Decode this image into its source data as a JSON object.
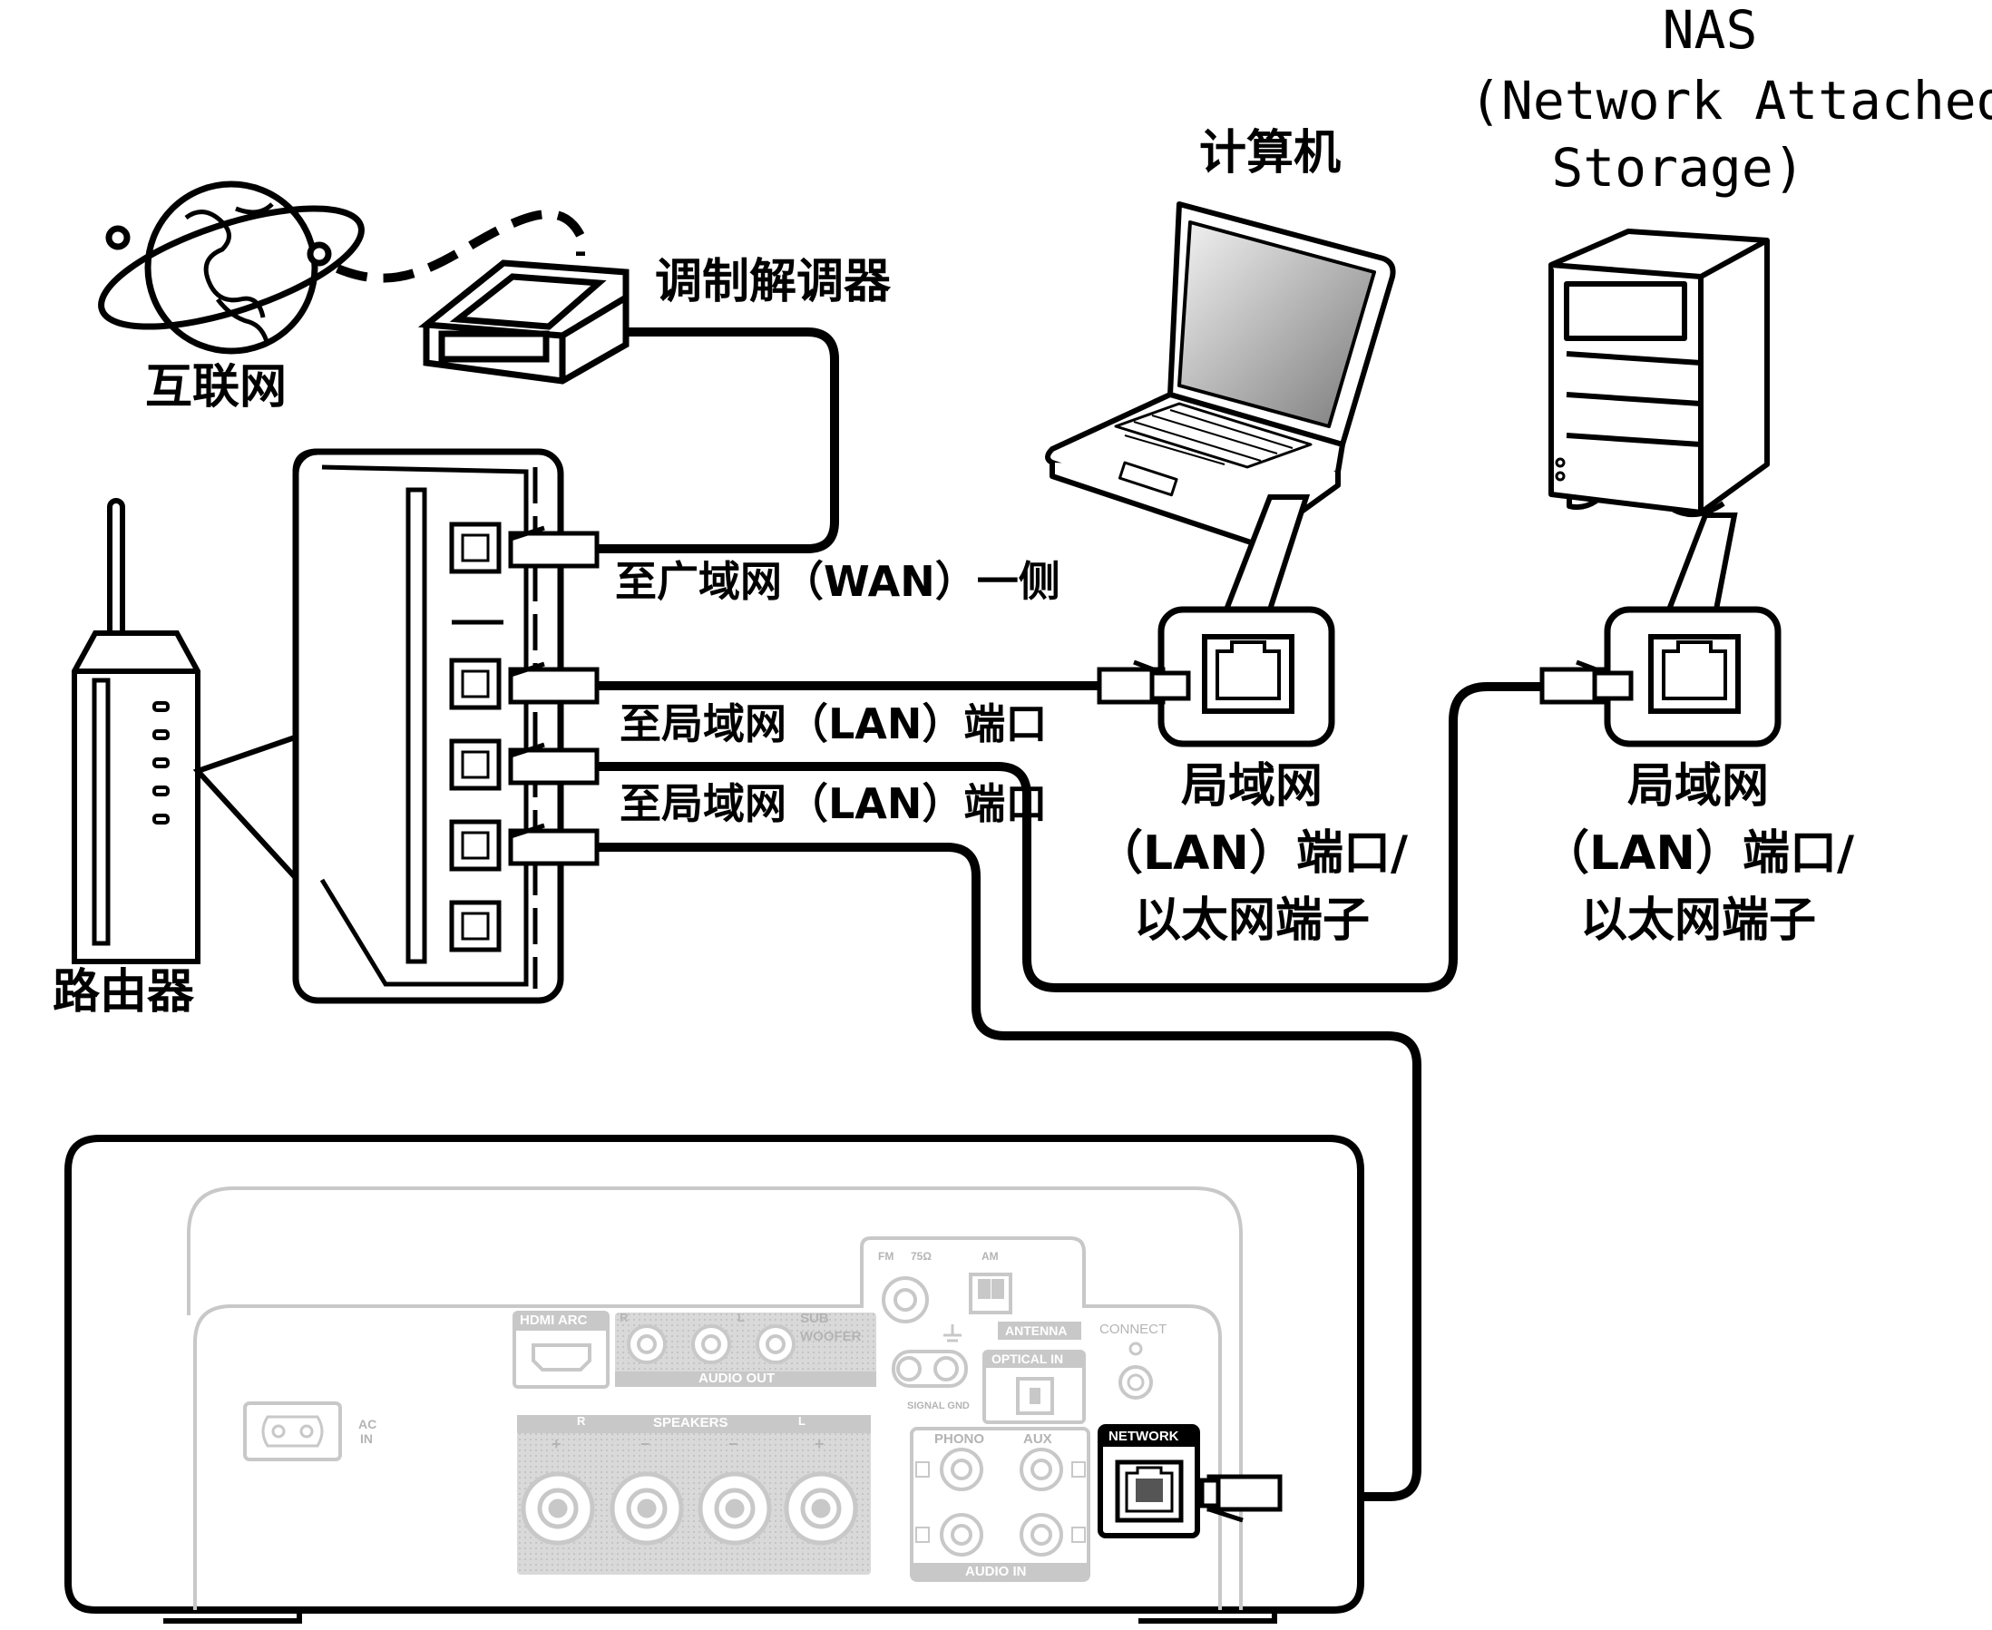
{
  "labels": {
    "internet": "互联网",
    "modem": "调制解调器",
    "router": "路由器",
    "computer": "计算机",
    "nas_title": "NAS",
    "nas_subtitle_1": "(Network Attached",
    "nas_subtitle_2": "Storage)",
    "wan_side": "至广域网（WAN）一侧",
    "lan_port_1": "至局域网（LAN）端口",
    "lan_port_2": "至局域网（LAN）端口",
    "pc_port_1": "局域网",
    "pc_port_2": "（LAN）端口/",
    "pc_port_3": "以太网端子",
    "nas_port_1": "局域网",
    "nas_port_2": "（LAN）端口/",
    "nas_port_3": "以太网端子"
  },
  "panel": {
    "fm": "FM",
    "ohm": "75Ω",
    "am": "AM",
    "antenna": "ANTENNA",
    "hdmi_arc": "HDMI ARC",
    "audio_out": "AUDIO OUT",
    "r": "R",
    "l": "L",
    "sub": "SUB",
    "woofer": "WOOFER",
    "optical_in": "OPTICAL IN",
    "signal_gnd": "SIGNAL GND",
    "connect": "CONNECT",
    "ac": "AC",
    "in": "IN",
    "speakers": "SPEAKERS",
    "phono": "PHONO",
    "aux": "AUX",
    "audio_in": "AUDIO IN",
    "network": "NETWORK",
    "plus": "+",
    "minus": "−"
  }
}
